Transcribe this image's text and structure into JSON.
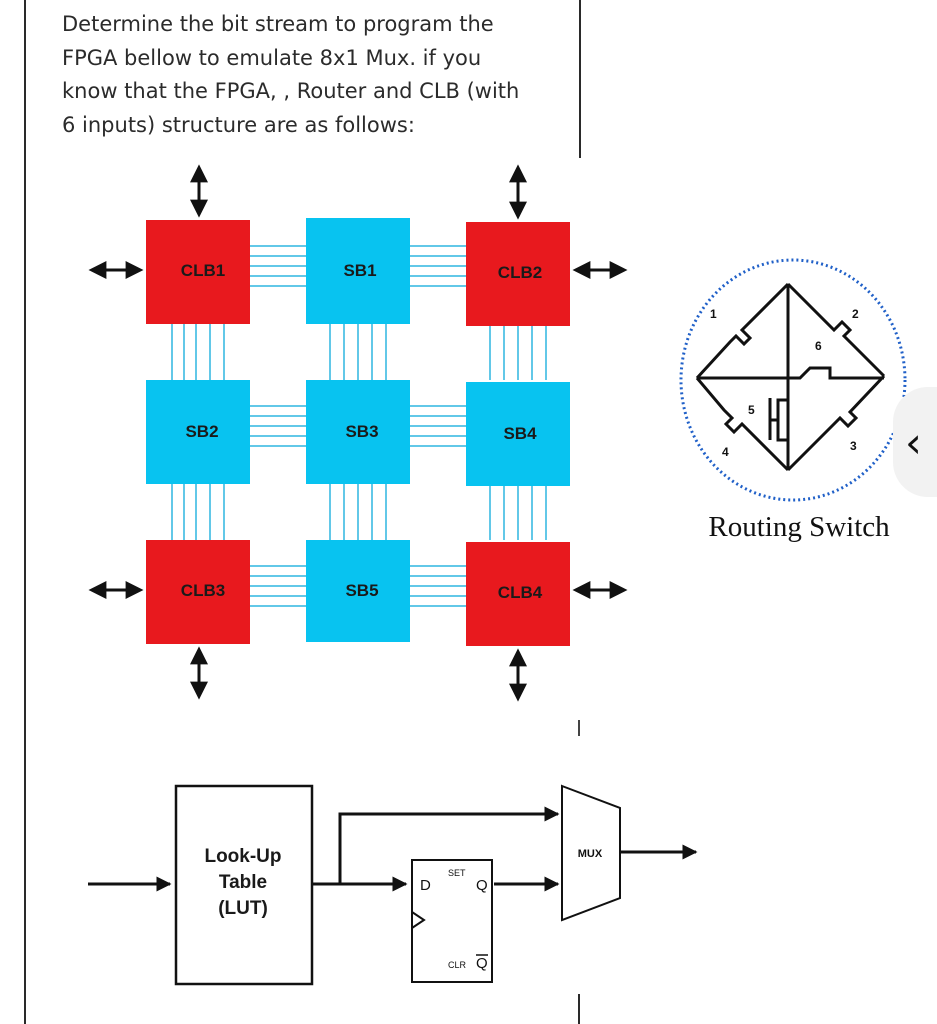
{
  "question": {
    "lines": [
      "Determine the bit stream to program the",
      "FPGA bellow to emulate  8x1 Mux. if you",
      "know that the FPGA, , Router and CLB (with",
      "6 inputs) structure are as follows:"
    ]
  },
  "fpga_grid": {
    "clb_color": "#e8191e",
    "sb_color": "#08c3f0",
    "wire_color": "#62c8e8",
    "blocks": {
      "clb1": "CLB1",
      "sb1": "SB1",
      "clb2": "CLB2",
      "sb2": "SB2",
      "sb3": "SB3",
      "sb4": "SB4",
      "clb3": "CLB3",
      "sb5": "SB5",
      "clb4": "CLB4"
    }
  },
  "routing_switch": {
    "title": "Routing Switch",
    "labels": [
      "1",
      "2",
      "3",
      "4",
      "5",
      "6"
    ]
  },
  "clb_structure": {
    "lut_lines": [
      "Look-Up",
      "Table",
      "(LUT)"
    ],
    "ff_d": "D",
    "ff_q": "Q",
    "ff_set": "SET",
    "ff_clr": "CLR",
    "ff_qbar": "Q",
    "mux": "MUX"
  },
  "icons": {
    "side_tab": "chevron-left-icon"
  }
}
